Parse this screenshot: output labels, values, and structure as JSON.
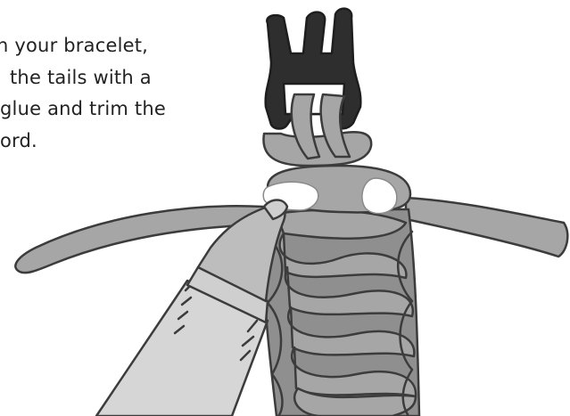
{
  "instructions": {
    "lines": [
      "h your bracelet,",
      "the tails with a",
      "glue and trim the",
      "ord."
    ]
  },
  "illustration": {
    "subject": "paracord bracelet with buckle, glue bottle applying glue to cord ends",
    "colors": {
      "cord_fill": "#a6a6a6",
      "cord_outline": "#3c3c3c",
      "buckle": "#2e2e2e",
      "bottle": "#d6d6d6",
      "glue_dots": "#ffffff"
    }
  }
}
